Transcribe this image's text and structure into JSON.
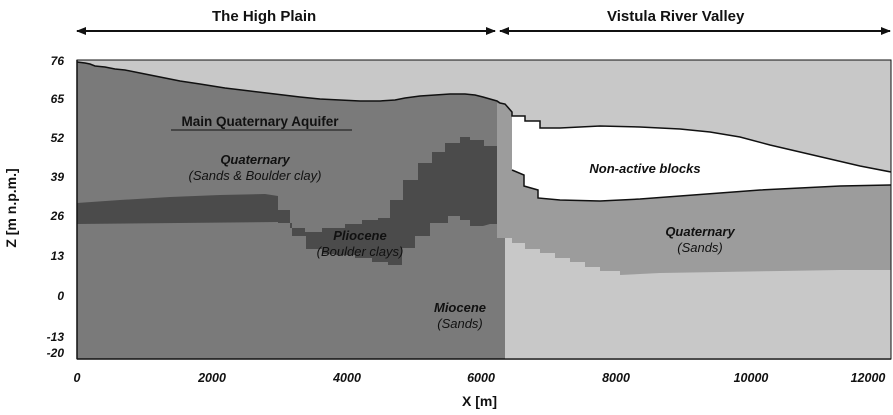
{
  "regions": {
    "left": "The High Plain",
    "right": "Vistula River Valley"
  },
  "axes": {
    "x_label": "X [m]",
    "y_label": "Z [m n.p.m.]",
    "y_ticks": [
      "76",
      "65",
      "52",
      "39",
      "26",
      "13",
      "0",
      "-13",
      "-20"
    ],
    "x_ticks": [
      "0",
      "2000",
      "4000",
      "6000",
      "8000",
      "10000",
      "12000"
    ]
  },
  "layers": {
    "aquifer": "Main Quaternary Aquifer",
    "quaternary_left": {
      "name": "Quaternary",
      "sub": "(Sands & Boulder clay)"
    },
    "pliocene": {
      "name": "Pliocene",
      "sub": "(Boulder clays)"
    },
    "miocene": {
      "name": "Miocene",
      "sub": "(Sands)"
    },
    "quaternary_right": {
      "name": "Quaternary",
      "sub": "(Sands)"
    },
    "inactive": "Non-active blocks"
  },
  "colors": {
    "miocene": "#c8c8c8",
    "quaternary_left": "#7a7a7a",
    "pliocene": "#4b4b4b",
    "quaternary_right": "#9c9c9c",
    "inactive": "#ffffff"
  }
}
